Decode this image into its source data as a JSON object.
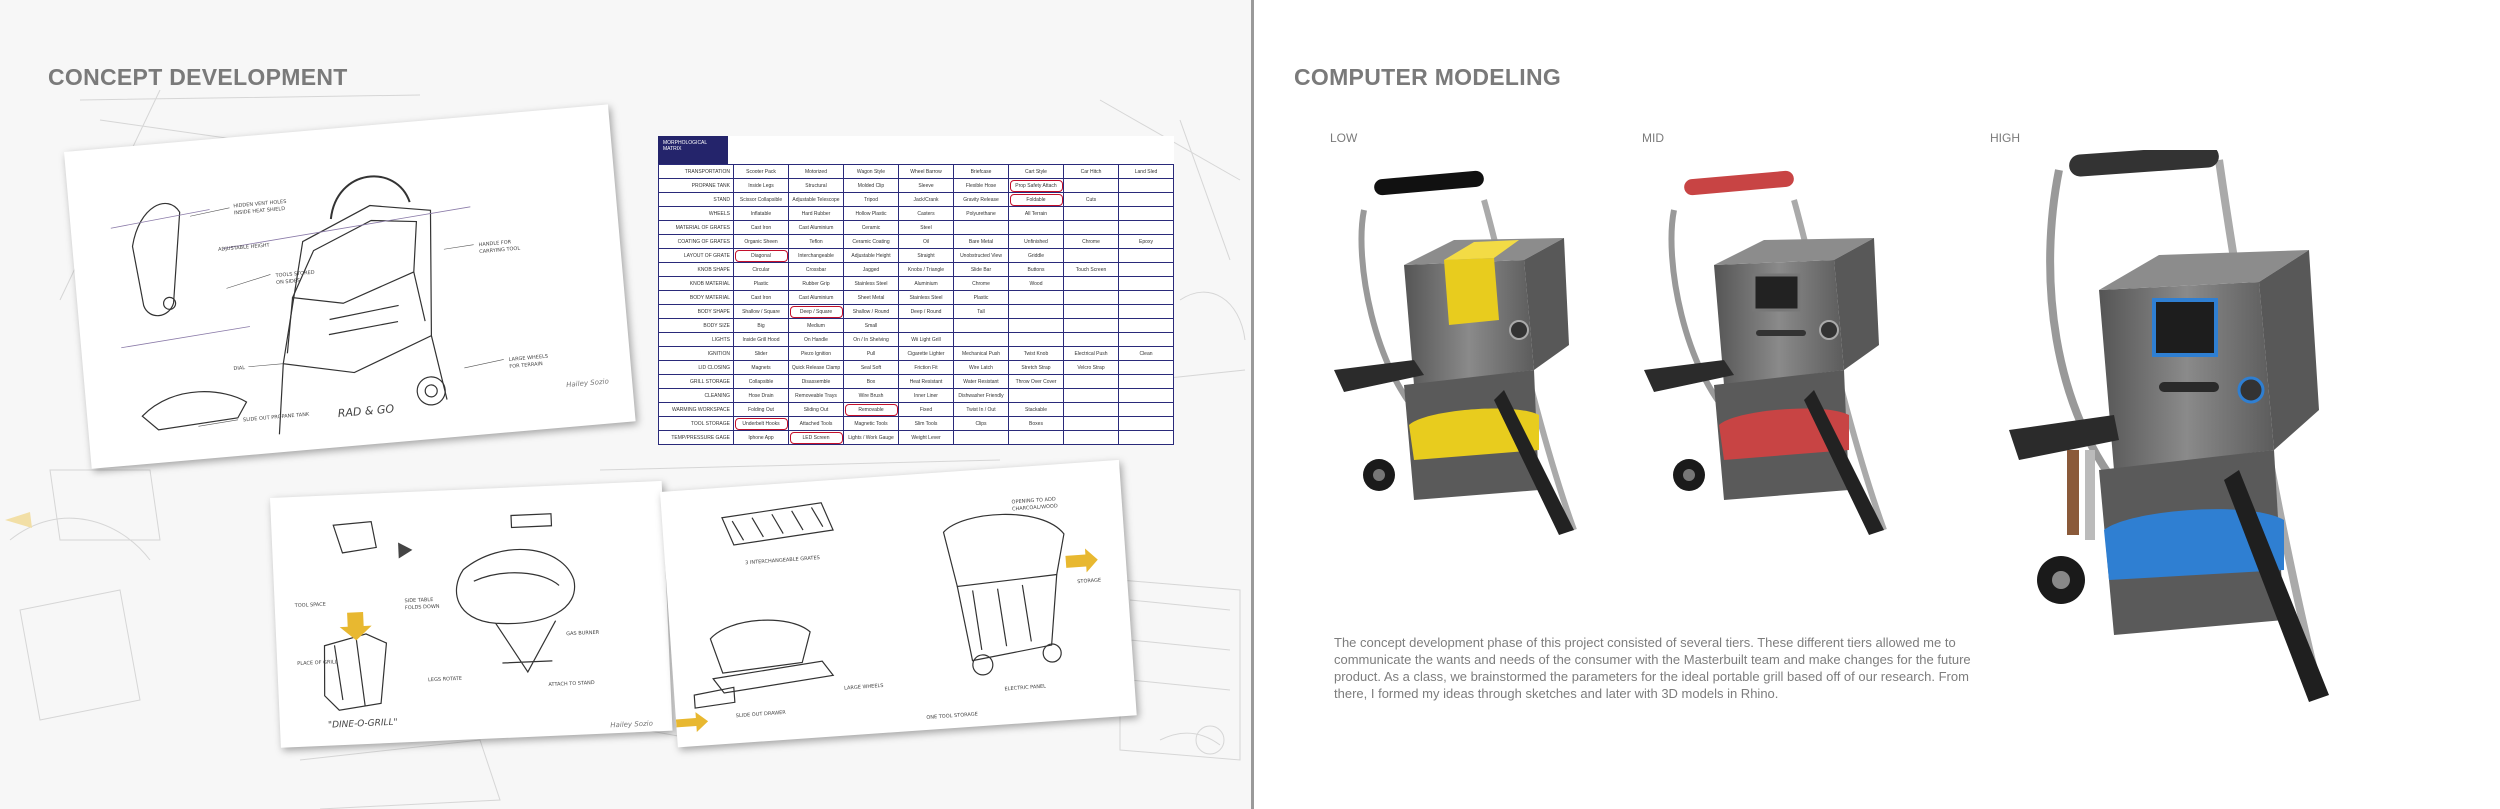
{
  "left": {
    "heading": "CONCEPT DEVELOPMENT",
    "sketch1": {
      "caption": "RAD & GO",
      "signature": "Hailey Sozio"
    },
    "sketch2": {
      "caption": "\"DINE-O-GRILL\"",
      "signature": "Hailey Sozio"
    },
    "matrix": {
      "title": "MORPHOLOGICAL MATRIX",
      "rows": [
        {
          "label": "TRANSPORTATION",
          "cells": [
            "Scooter Pack",
            "Motorized",
            "Wagon Style",
            "Wheel Barrow",
            "Briefcase",
            "Cart Style",
            "Car Hitch",
            "Land Sled"
          ],
          "hl": []
        },
        {
          "label": "PROPANE TANK",
          "cells": [
            "Inside Legs",
            "Structural",
            "Molded Clip",
            "Sleeve",
            "Flexible Hose",
            "Prop Safety Attach",
            "",
            " "
          ],
          "hl": [
            5
          ]
        },
        {
          "label": "STAND",
          "cells": [
            "Scissor Collapsible",
            "Adjustable Telescope",
            "Tripod",
            "Jack/Crank",
            "Gravity Release",
            "Foldable",
            "Cuts",
            ""
          ],
          "hl": [
            5
          ]
        },
        {
          "label": "WHEELS",
          "cells": [
            "Inflatable",
            "Hard Rubber",
            "Hollow Plastic",
            "Casters",
            "Polyurethane",
            "All Terrain",
            "",
            ""
          ],
          "hl": []
        },
        {
          "label": "MATERIAL OF GRATES",
          "cells": [
            "Cast Iron",
            "Cast Aluminium",
            "Ceramic",
            "Steel",
            "",
            "",
            "",
            ""
          ],
          "hl": []
        },
        {
          "label": "COATING OF GRATES",
          "cells": [
            "Organic Sheen",
            "Teflon",
            "Ceramic Coating",
            "Oil",
            "Bare Metal",
            "Unfinished",
            "Chrome",
            "Epoxy"
          ],
          "hl": []
        },
        {
          "label": "LAYOUT OF GRATE",
          "cells": [
            "Diagonal",
            "Interchangeable",
            "Adjustable Height",
            "Straight",
            "Unobstructed View",
            "Griddle",
            "",
            ""
          ],
          "hl": [
            0
          ]
        },
        {
          "label": "KNOB SHAPE",
          "cells": [
            "Circular",
            "Crossbar",
            "Jagged",
            "Knobs / Triangle",
            "Slide Bar",
            "Buttons",
            "Touch Screen",
            ""
          ],
          "hl": []
        },
        {
          "label": "KNOB MATERIAL",
          "cells": [
            "Plastic",
            "Rubber Grip",
            "Stainless Steel",
            "Aluminium",
            "Chrome",
            "Wood",
            "",
            ""
          ],
          "hl": []
        },
        {
          "label": "BODY MATERIAL",
          "cells": [
            "Cast Iron",
            "Cast Aluminium",
            "Sheet Metal",
            "Stainless Steel",
            "Plastic",
            "",
            "",
            ""
          ],
          "hl": []
        },
        {
          "label": "BODY SHAPE",
          "cells": [
            "Shallow / Square",
            "Deep / Square",
            "Shallow / Round",
            "Deep / Round",
            "Tall",
            "",
            "",
            ""
          ],
          "hl": [
            1
          ]
        },
        {
          "label": "BODY SIZE",
          "cells": [
            "Big",
            "Medium",
            "Small",
            "",
            "",
            "",
            "",
            ""
          ],
          "hl": []
        },
        {
          "label": "LIGHTS",
          "cells": [
            "Inside Grill Hood",
            "On Handle",
            "On / In Shelving",
            "Wii Light Grill",
            "",
            "",
            "",
            ""
          ],
          "hl": []
        },
        {
          "label": "IGNITION",
          "cells": [
            "Slider",
            "Piezo Ignition",
            "Pull",
            "Cigarette Lighter",
            "Mechanical Push",
            "Twist Knob",
            "Electrical Push",
            "Clean"
          ],
          "hl": []
        },
        {
          "label": "LID CLOSING",
          "cells": [
            "Magnets",
            "Quick Release Clamp",
            "Seal Soft",
            "Friction Fit",
            "Wire Latch",
            "Stretch Strap",
            "Velcro Strap",
            ""
          ],
          "hl": []
        },
        {
          "label": "GRILL STORAGE",
          "cells": [
            "Collapsible",
            "Disassemble",
            "Box",
            "Heat Resistant",
            "Water Resistant",
            "Throw Over Cover",
            "",
            ""
          ],
          "hl": []
        },
        {
          "label": "CLEANING",
          "cells": [
            "Hose Drain",
            "Removeable Trays",
            "Wire Brush",
            "Inner Liner",
            "Dishwasher Friendly",
            "",
            "",
            ""
          ],
          "hl": []
        },
        {
          "label": "WARMING WORKSPACE",
          "cells": [
            "Folding Out",
            "Sliding Out",
            "Removable",
            "Fixed",
            "Twist In / Out",
            "Stackable",
            "",
            ""
          ],
          "hl": [
            2
          ]
        },
        {
          "label": "TOOL STORAGE",
          "cells": [
            "Underbelt Hooks",
            "Attached Tools",
            "Magnetic Tools",
            "Slim Tools",
            "Clips",
            "Boxes",
            "",
            ""
          ],
          "hl": [
            0
          ]
        },
        {
          "label": "TEMP/PRESSURE GAGE",
          "cells": [
            "Iphone App",
            "LED Screen",
            "Lights / Work Gauge",
            "Weight Lever",
            "",
            "",
            "",
            ""
          ],
          "hl": [
            1
          ]
        }
      ]
    }
  },
  "right": {
    "heading": "COMPUTER MODELING",
    "levels": [
      "LOW",
      "MID",
      "HIGH"
    ],
    "accent_colors": {
      "low": "#e8cc1e",
      "mid": "#c84444",
      "high": "#2f7fd2",
      "body": "#6b6b6b"
    },
    "description": "The concept development phase of this project consisted of several tiers. These different tiers allowed me to communicate the wants and needs of the consumer with the Masterbuilt team and make changes for the future product. As a class, we brainstormed the parameters for the ideal portable grill based off of our research. From there, I formed my ideas through sketches and later with 3D models in Rhino."
  }
}
